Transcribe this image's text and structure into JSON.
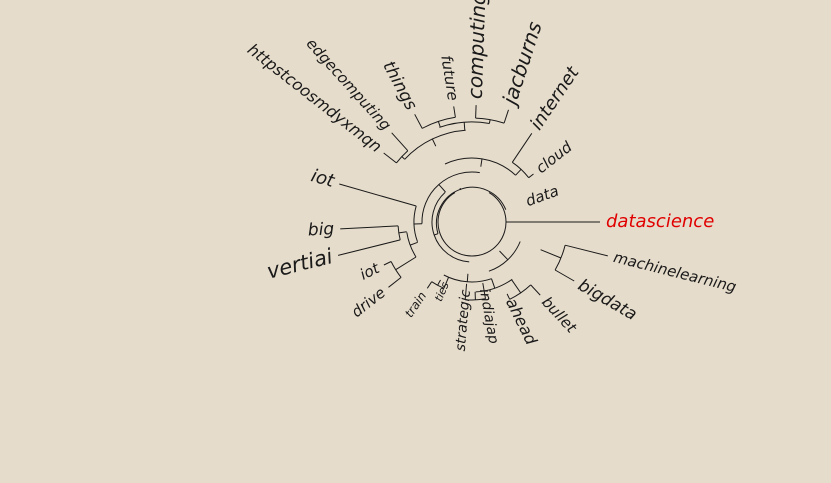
{
  "colors": {
    "background": "#e6dccb",
    "branch": "#1a1a1a",
    "label": "#1a1a1a",
    "highlight": "#e00000"
  },
  "tree": {
    "type": "circular-dendrogram",
    "root_label": "datascience",
    "leaves": [
      {
        "label": "datascience",
        "highlight": true
      },
      {
        "label": "machinelearning"
      },
      {
        "label": "bigdata"
      },
      {
        "label": "bullet"
      },
      {
        "label": "ahead"
      },
      {
        "label": "indiajap"
      },
      {
        "label": "strategic"
      },
      {
        "label": "ties"
      },
      {
        "label": "train"
      },
      {
        "label": "drive"
      },
      {
        "label": "iot"
      },
      {
        "label": "vertiai"
      },
      {
        "label": "big"
      },
      {
        "label": "iot"
      },
      {
        "label": "httpstcoosmdyxmqn"
      },
      {
        "label": "edgecomputing"
      },
      {
        "label": "things"
      },
      {
        "label": "future"
      },
      {
        "label": "computing"
      },
      {
        "label": "jacburns"
      },
      {
        "label": "internet"
      },
      {
        "label": "cloud"
      },
      {
        "label": "data"
      }
    ]
  }
}
